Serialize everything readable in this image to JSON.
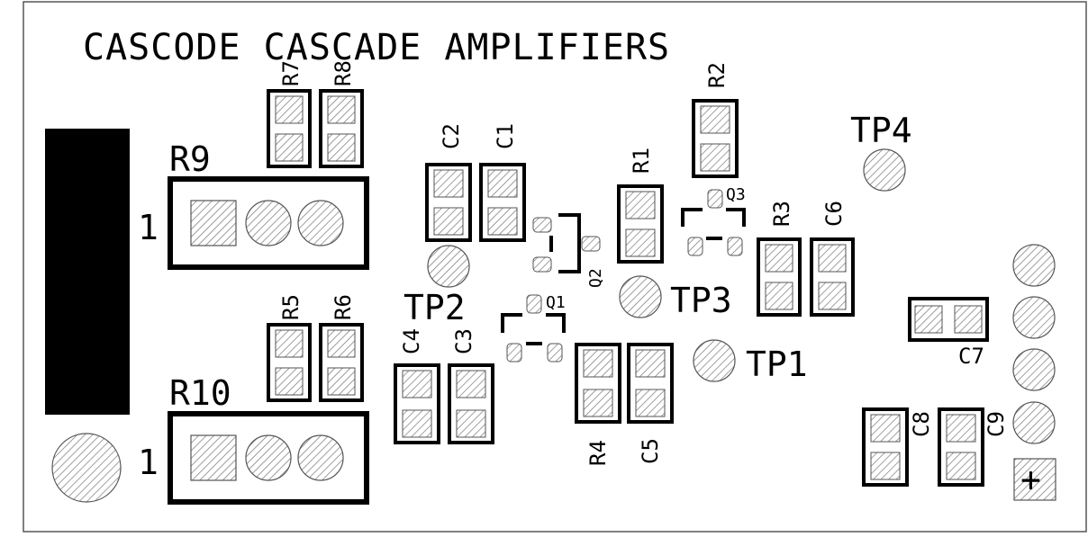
{
  "board": {
    "title": "CASCODE CASCADE AMPLIFIERS"
  },
  "labels": {
    "r1": "R1",
    "r2": "R2",
    "r3": "R3",
    "r4": "R4",
    "r5": "R5",
    "r6": "R6",
    "r7": "R7",
    "r8": "R8",
    "r9": "R9",
    "r10": "R10",
    "c1": "C1",
    "c2": "C2",
    "c3": "C3",
    "c4": "C4",
    "c5": "C5",
    "c6": "C6",
    "c7": "C7",
    "c8": "C8",
    "c9": "C9",
    "q1": "Q1",
    "q2": "Q2",
    "q3": "Q3",
    "tp1": "TP1",
    "tp2": "TP2",
    "tp3": "TP3",
    "tp4": "TP4",
    "pin1_r9": "1",
    "pin1_r10": "1",
    "plus": "+"
  },
  "colors": {
    "silkscreen": "#000000",
    "board_outline": "#555555",
    "hatch": "#777777",
    "background": "#ffffff"
  }
}
